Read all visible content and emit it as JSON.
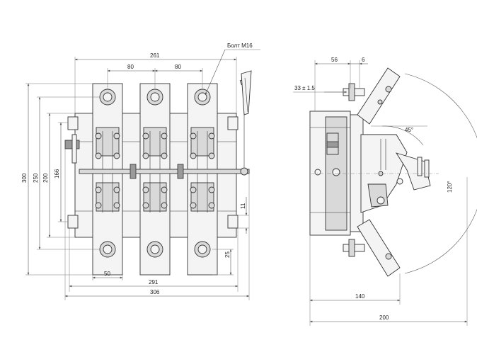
{
  "labels": {
    "bolt": "Болт М16",
    "front": {
      "d261": "261",
      "d80a": "80",
      "d80b": "80",
      "d300": "300",
      "d250": "250",
      "d200": "200",
      "d166": "166",
      "d11": "11",
      "d25": "25",
      "d50": "50",
      "d291": "291",
      "d306": "306"
    },
    "side": {
      "d56": "56",
      "d6": "6",
      "d33": "33 ± 1.5",
      "a45": "45°",
      "a120": "120°",
      "d140": "140",
      "d200": "200"
    }
  }
}
